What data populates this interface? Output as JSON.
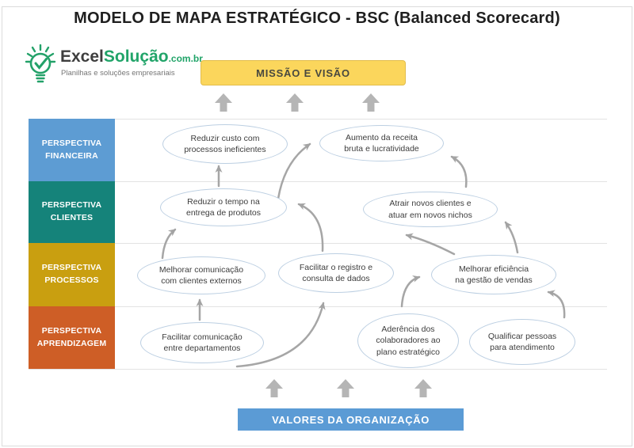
{
  "page": {
    "title": "MODELO DE MAPA ESTRATÉGICO - BSC (Balanced Scorecard)"
  },
  "logo": {
    "icon": "lightbulb-check-icon",
    "brand_primary": "Excel",
    "brand_secondary": "Solução",
    "brand_suffix": ".com.br",
    "tagline": "Planilhas e soluções empresariais",
    "green": "#21a469"
  },
  "banners": {
    "mission": {
      "label": "MISSÃO E VISÃO",
      "bg": "#fbd65c",
      "border": "#e2bd4d",
      "text_color": "#48483f"
    },
    "values": {
      "label": "VALORES DA ORGANIZAÇÃO",
      "bg": "#5b9bd5",
      "text_color": "#ffffff"
    }
  },
  "perspectives": [
    {
      "id": "financeira",
      "label": "PERSPECTIVA FINANCEIRA",
      "color": "#5d9cd3"
    },
    {
      "id": "clientes",
      "label": "PERSPECTIVA CLIENTES",
      "color": "#15837a"
    },
    {
      "id": "processos",
      "label": "PERSPECTIVA PROCESSOS",
      "color": "#c99f10"
    },
    {
      "id": "aprendizagem",
      "label": "PERSPECTIVA APRENDIZAGEM",
      "color": "#ce5e26"
    }
  ],
  "nodes": [
    {
      "id": "reduzir-custo",
      "perspective": "financeira",
      "text": "Reduzir custo com\nprocessos ineficientes"
    },
    {
      "id": "aumento-receita",
      "perspective": "financeira",
      "text": "Aumento da receita\nbruta e lucratividade"
    },
    {
      "id": "reduzir-tempo",
      "perspective": "clientes",
      "text": "Reduzir o tempo na\nentrega de produtos"
    },
    {
      "id": "atrair-clientes",
      "perspective": "clientes",
      "text": "Atrair novos clientes e\natuar em novos nichos"
    },
    {
      "id": "melhorar-comunicacao",
      "perspective": "processos",
      "text": "Melhorar comunicação\ncom clientes externos"
    },
    {
      "id": "facilitar-registro",
      "perspective": "processos",
      "text": "Facilitar o registro e\nconsulta de dados"
    },
    {
      "id": "melhorar-eficiencia",
      "perspective": "processos",
      "text": "Melhorar eficiência\nna gestão de vendas"
    },
    {
      "id": "facilitar-comunicacao",
      "perspective": "aprendizagem",
      "text": "Facilitar comunicação\nentre departamentos"
    },
    {
      "id": "aderencia-colaboradores",
      "perspective": "aprendizagem",
      "text": "Aderência dos\ncolaboradores ao\nplano estratégico"
    },
    {
      "id": "qualificar-pessoas",
      "perspective": "aprendizagem",
      "text": "Qualificar pessoas\npara atendimento"
    }
  ],
  "arrows": {
    "color": "#a6a6a6",
    "connections": [
      {
        "from": "reduzir-tempo",
        "to": "reduzir-custo"
      },
      {
        "from": "reduzir-tempo",
        "to": "aumento-receita"
      },
      {
        "from": "facilitar-registro",
        "to": "reduzir-tempo"
      },
      {
        "from": "melhorar-comunicacao",
        "to": "reduzir-tempo"
      },
      {
        "from": "facilitar-comunicacao",
        "to": "melhorar-comunicacao"
      },
      {
        "from": "facilitar-comunicacao",
        "to": "facilitar-registro"
      },
      {
        "from": "aderencia-colaboradores",
        "to": "melhorar-eficiencia"
      },
      {
        "from": "qualificar-pessoas",
        "to": "melhorar-eficiencia"
      },
      {
        "from": "melhorar-eficiencia",
        "to": "atrair-clientes"
      },
      {
        "from": "melhorar-eficiencia",
        "to": "atrair-clientes"
      },
      {
        "from": "atrair-clientes",
        "to": "aumento-receita"
      }
    ]
  }
}
